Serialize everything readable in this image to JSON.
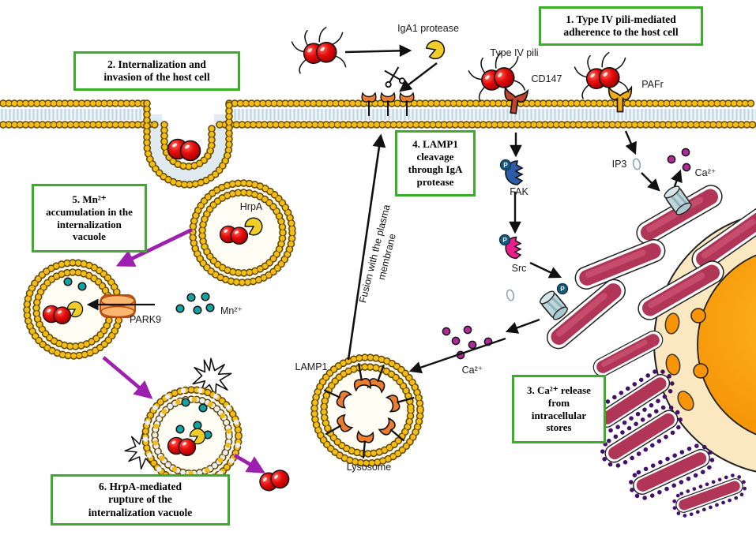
{
  "figure": {
    "steps": [
      {
        "id": "1",
        "text": "1. Type IV pili-mediated\nadherence to the host cell"
      },
      {
        "id": "2",
        "text": "2. Internalization and\ninvasion of the host cell"
      },
      {
        "id": "3",
        "text": "3. Ca²⁺ release\nfrom\nintracellular\nstores"
      },
      {
        "id": "4",
        "text": "4. LAMP1\ncleavage\nthrough IgA\nprotease"
      },
      {
        "id": "5",
        "text": "5. Mn²⁺\naccumulation in the\ninternalization\nvacuole"
      },
      {
        "id": "6",
        "text": "6. HrpA-mediated\nrupture of the\ninternalization vacuole"
      }
    ],
    "labels": {
      "iga1_protease": "IgA1 protease",
      "type_iv_pili": "Type IV pili",
      "cd147": "CD147",
      "pafr": "PAFr",
      "fak": "FAK",
      "src": "Src",
      "ip3": "IP3",
      "ca_top": "Ca²⁺",
      "ca_mid": "Ca²⁺",
      "mn": "Mn²⁺",
      "park9": "PARK9",
      "hrpa": "HrpA",
      "lamp1": "LAMP1",
      "lysosome": "Lysosome",
      "fusion": "Fusion with the plasma\nmembrane"
    },
    "molecule_p_badge": "P",
    "colors": {
      "step_box_green": "#3aae2b",
      "bacterium_red": "#dd0000",
      "membrane_gold": "#f4bd16",
      "er_crimson": "#b13557",
      "nucleus_orange": "#f79406",
      "ca_purple": "#b12a9b",
      "mn_teal": "#12a3a3",
      "arrow_purple": "#9d1fae",
      "fak_blue": "#2b5ca8",
      "src_pink": "#ec1e8e",
      "receptor_cd147": "#c0432f",
      "receptor_pafr": "#eeac13",
      "lamp1_orange": "#ed7c2f",
      "protease_yellow": "#f1ce27"
    }
  }
}
